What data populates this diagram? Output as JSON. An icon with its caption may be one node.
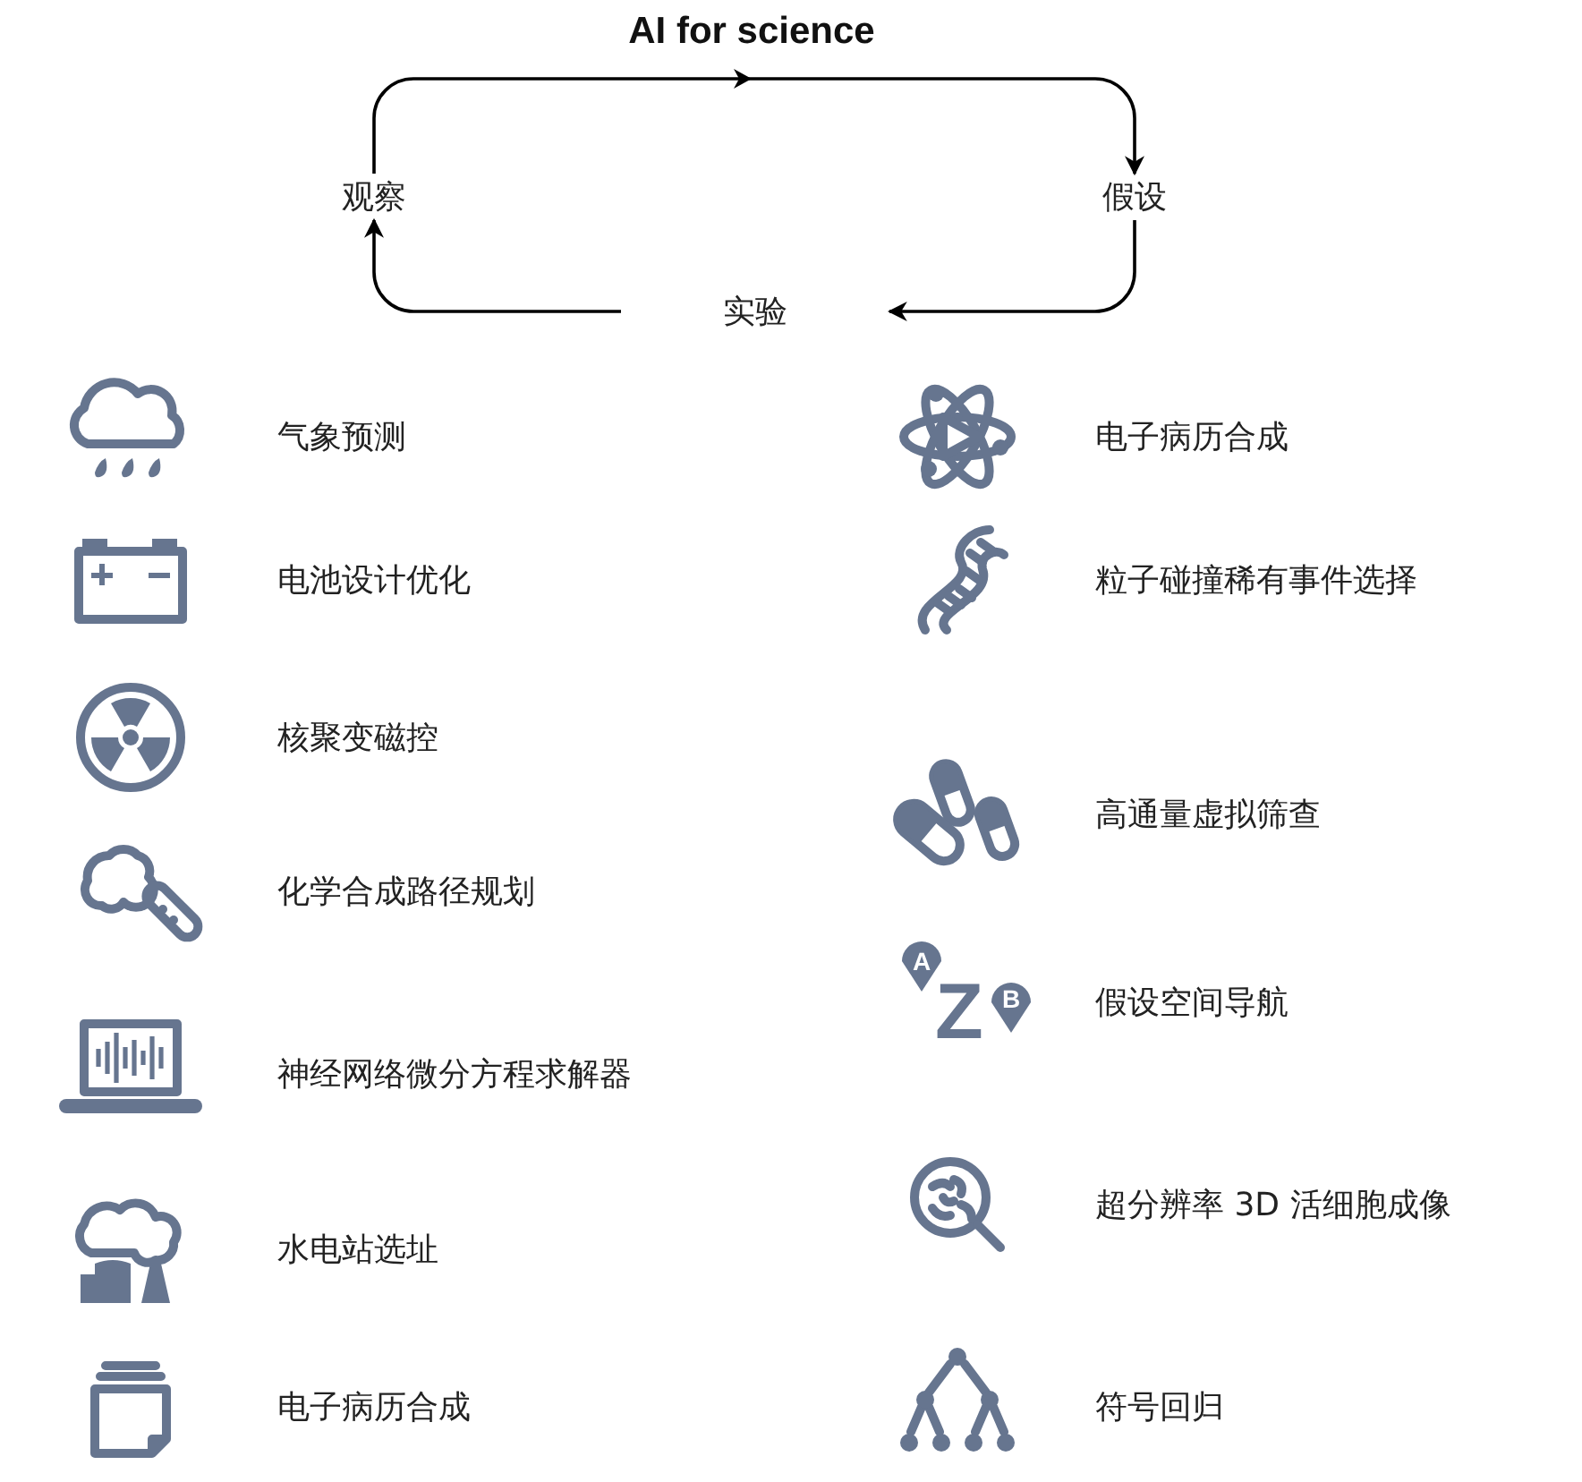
{
  "diagram": {
    "title": "AI for science",
    "nodes": [
      {
        "text": [
          "观察"
        ]
      },
      {
        "text": [
          "假设"
        ]
      },
      {
        "text": [
          "实验"
        ]
      }
    ],
    "edges": [
      {
        "from": 0,
        "to": 1,
        "arrow": "to"
      },
      {
        "from": 1,
        "to": 2,
        "arrow": "to"
      },
      {
        "from": 2,
        "to": 0,
        "arrow": "to"
      }
    ],
    "labels": [
      "气象预测",
      "电子病历合成",
      "电池设计优化",
      "粒子碰撞稀有事件选择",
      "核聚变磁控",
      "高通量虚拟筛查",
      "化学合成路径规划",
      "假设空间导航",
      "神经网络微分方程求解器",
      "超分辨率 3D 活细胞成像",
      "水电站选址",
      "电子病历合成",
      "符号回归",
      "A",
      "Z",
      "B"
    ]
  }
}
